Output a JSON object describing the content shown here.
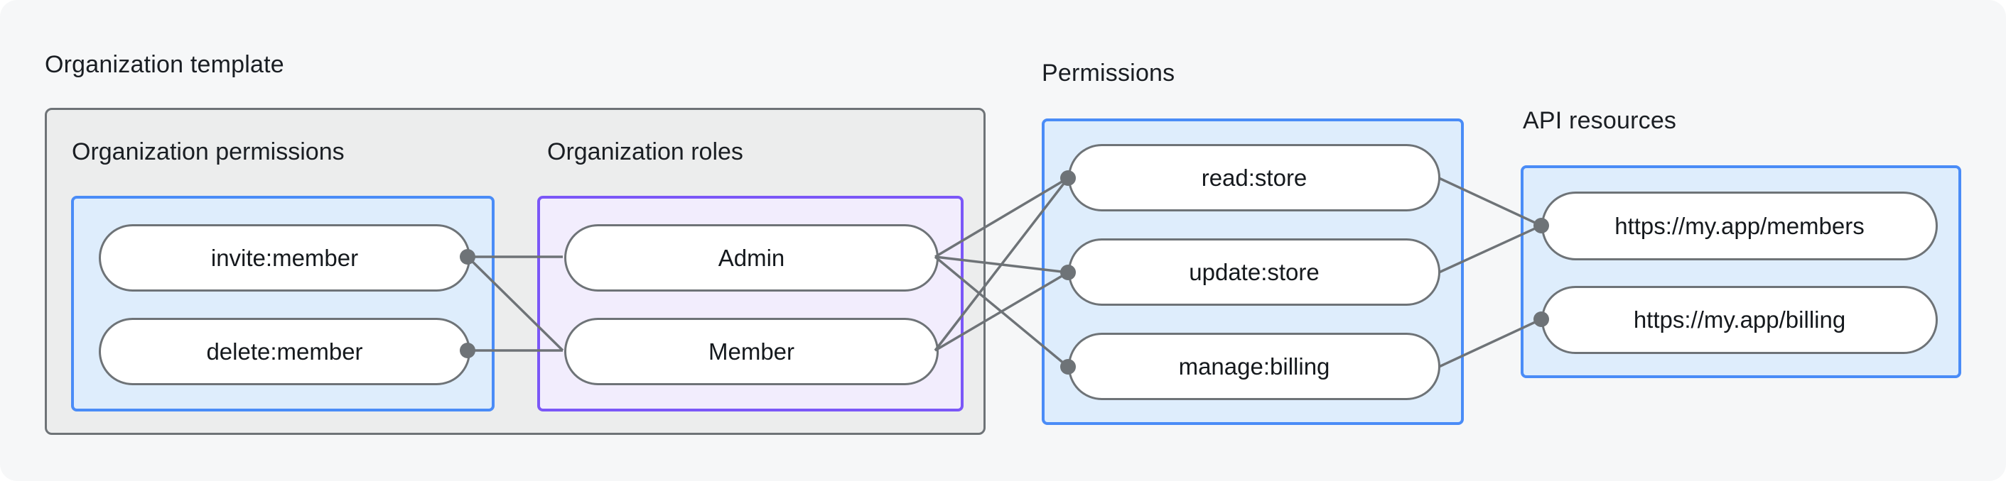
{
  "diagram": {
    "org_template": {
      "title": "Organization template",
      "org_permissions": {
        "title": "Organization permissions",
        "nodes": [
          "invite:member",
          "delete:member"
        ]
      },
      "org_roles": {
        "title": "Organization roles",
        "nodes": [
          "Admin",
          "Member"
        ]
      }
    },
    "permissions": {
      "title": "Permissions",
      "nodes": [
        "read:store",
        "update:store",
        "manage:billing"
      ]
    },
    "api_resources": {
      "title": "API resources",
      "nodes": [
        "https://my.app/members",
        "https://my.app/billing"
      ]
    },
    "edges": [
      {
        "from": "invite:member",
        "to": "Admin"
      },
      {
        "from": "invite:member",
        "to": "Member"
      },
      {
        "from": "delete:member",
        "to": "Member"
      },
      {
        "from": "Admin",
        "to": "read:store"
      },
      {
        "from": "Admin",
        "to": "update:store"
      },
      {
        "from": "Admin",
        "to": "manage:billing"
      },
      {
        "from": "Member",
        "to": "read:store"
      },
      {
        "from": "Member",
        "to": "update:store"
      },
      {
        "from": "read:store",
        "to": "https://my.app/members"
      },
      {
        "from": "update:store",
        "to": "https://my.app/members"
      },
      {
        "from": "manage:billing",
        "to": "https://my.app/billing"
      }
    ],
    "colors": {
      "background": "#F6F7F8",
      "gray_box_fill": "#ECEDED",
      "outline_gray": "#6E7377",
      "blue_border": "#4A8CF7",
      "blue_fill": "#DEEDFC",
      "purple_border": "#7B57F7",
      "purple_fill": "#F2EDFD",
      "text": "#1A1E23"
    }
  }
}
